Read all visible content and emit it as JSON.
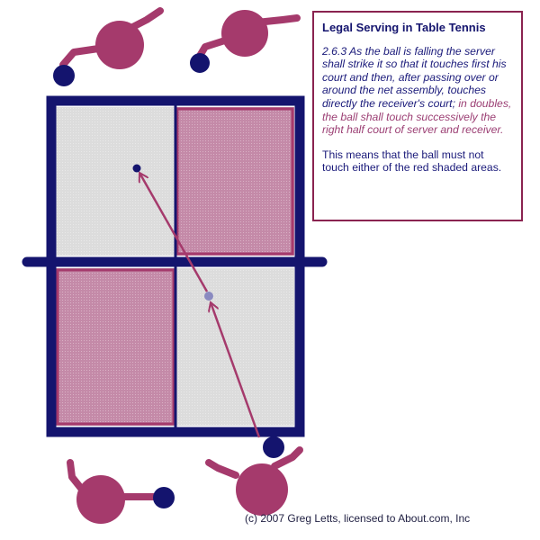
{
  "title": "Legal Serving in Table Tennis",
  "rule": {
    "main": "2.6.3 As the ball is falling the server shall strike it so that it touches first his court and then, after passing over or around the net assembly, touches directly the receiver's court;",
    "doubles": "in doubles, the ball shall touch successively the right half court of server and receiver."
  },
  "note": "This means that the ball must not touch either of the red shaded areas.",
  "credit": "(c) 2007 Greg Letts, licensed to About.com, Inc",
  "colors": {
    "navy": "#14146e",
    "maroon": "#a53a6c",
    "red_area": "#c98fae",
    "court": "#dcdcdc",
    "ball_light": "#8a8ac0"
  }
}
